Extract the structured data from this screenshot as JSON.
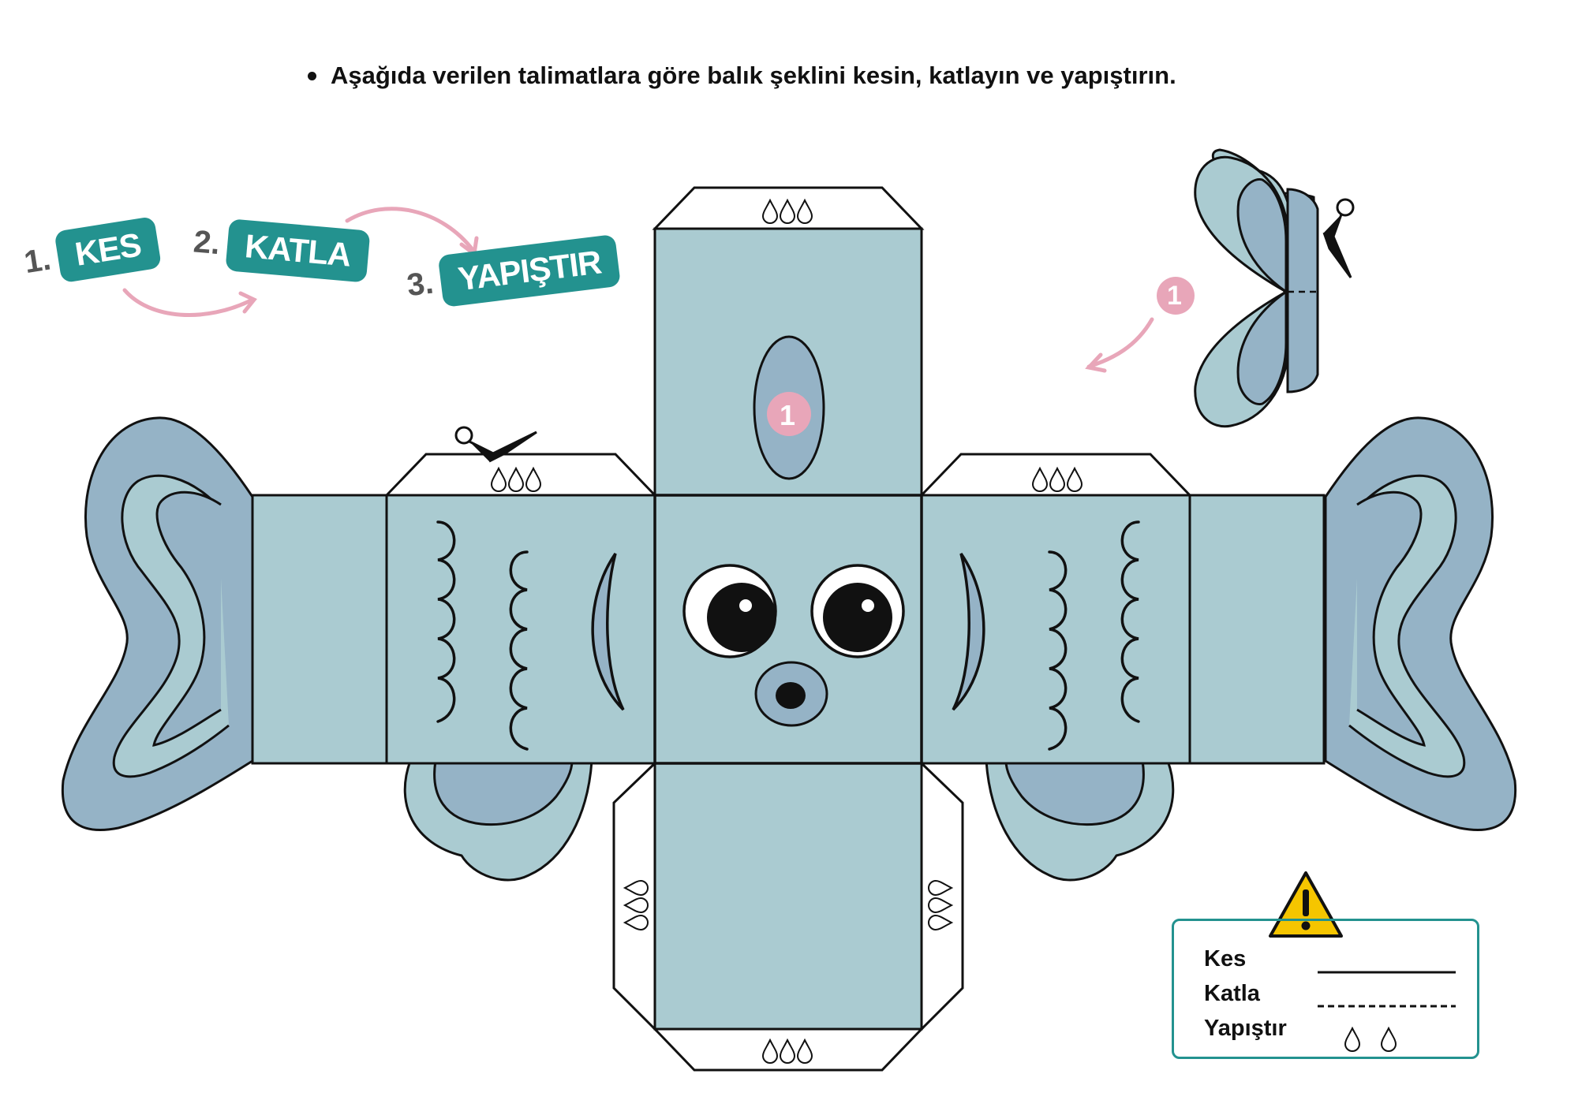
{
  "instruction": "Aşağıda verilen talimatlara göre balık şeklini kesin, katlayın ve yapıştırın.",
  "steps": [
    {
      "number": "1.",
      "label": "KES"
    },
    {
      "number": "2.",
      "label": "KATLA"
    },
    {
      "number": "3.",
      "label": "YAPIŞTIR"
    }
  ],
  "marker_number": "1",
  "legend": {
    "cut": "Kes",
    "fold": "Katla",
    "glue": "Yapıştır"
  },
  "colors": {
    "accent": "#23928f",
    "body": "#aacbd1",
    "fin_dark": "#95b3c6",
    "fin_light": "#aacbd1",
    "pink": "#e8a6b9",
    "warning": "#f5c500"
  }
}
